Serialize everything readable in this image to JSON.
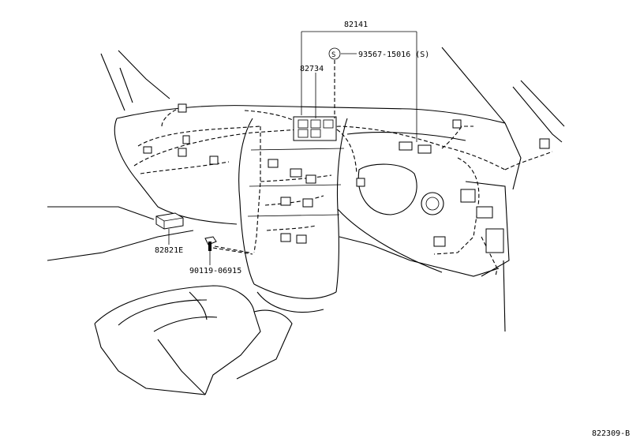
{
  "callouts": {
    "main_harness": "82141",
    "clip_symbol": "S",
    "clip_part": "93567-15016 (S)",
    "junction_block": "82734",
    "relay_block": "82821E",
    "bolt": "90119-06915"
  },
  "diagram_id": "822309-B"
}
